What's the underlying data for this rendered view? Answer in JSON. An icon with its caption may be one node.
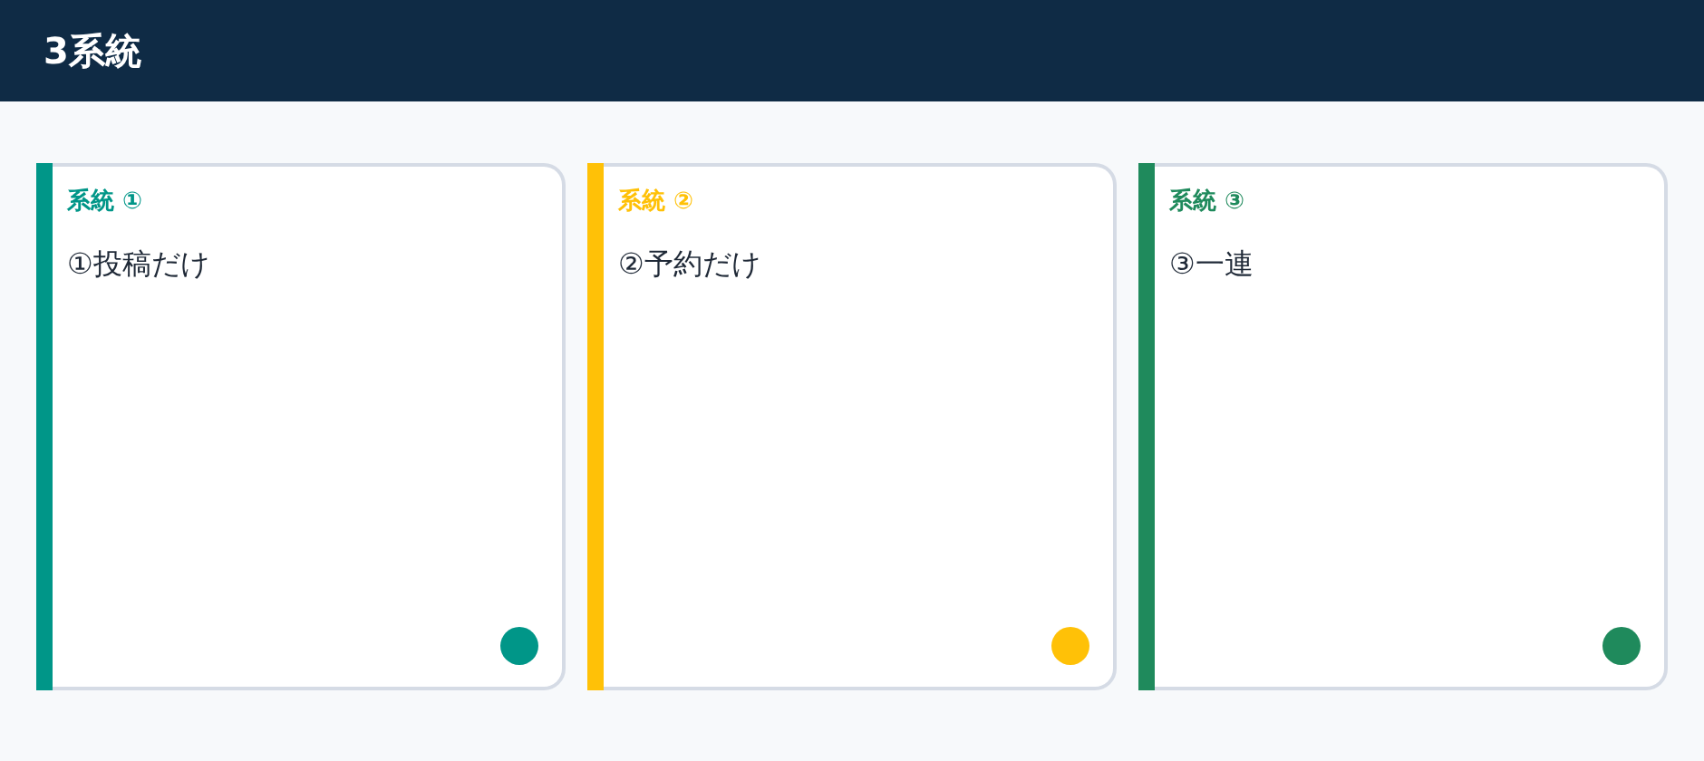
{
  "diagram": {
    "title": "3系統",
    "nodes": [
      {
        "text": [
          "系統 ①",
          "①投稿だけ"
        ]
      },
      {
        "text": [
          "系統 ②",
          "②予約だけ"
        ]
      },
      {
        "text": [
          "系統 ③",
          "③一連"
        ]
      }
    ]
  }
}
